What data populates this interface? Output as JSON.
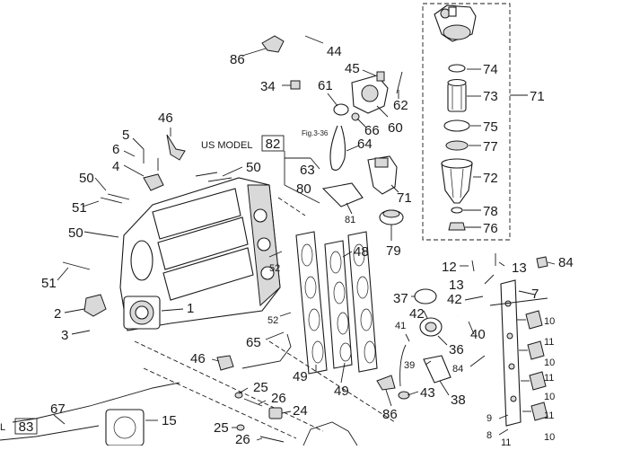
{
  "labels": {
    "l86a": "86",
    "l44": "44",
    "l45": "45",
    "l34": "34",
    "l61": "61",
    "l62": "62",
    "l60": "60",
    "l66": "66",
    "l64": "64",
    "l63": "63",
    "l80": "80",
    "l81": "81",
    "l71a": "71",
    "l79": "79",
    "l74": "74",
    "l73": "73",
    "l71b": "71",
    "l75": "75",
    "l77": "77",
    "l72": "72",
    "l78": "78",
    "l76": "76",
    "l46a": "46",
    "l5": "5",
    "l6": "6",
    "l4": "4",
    "l50a": "50",
    "l50b": "50",
    "l51a": "51",
    "l50c": "50",
    "l51b": "51",
    "l2": "2",
    "l3": "3",
    "l1": "1",
    "l52a": "52",
    "l52b": "52",
    "l65": "65",
    "l48": "48",
    "l49a": "49",
    "l49b": "49",
    "l46b": "46",
    "l25a": "25",
    "l26a": "26",
    "l24": "24",
    "l25b": "25",
    "l26b": "26",
    "l67": "67",
    "l15": "15",
    "l12": "12",
    "l13a": "13",
    "l13b": "13",
    "l84a": "84",
    "l37": "37",
    "l42a": "42",
    "l42b": "42",
    "l7": "7",
    "l41": "41",
    "l36": "36",
    "l40": "40",
    "l39": "39",
    "l84b": "84",
    "l43": "43",
    "l38": "38",
    "l86b": "86",
    "l10a": "10",
    "l11a": "11",
    "l10b": "10",
    "l11b": "11",
    "l10c": "10",
    "l11c": "11",
    "l10d": "10",
    "l9": "9",
    "l8": "8",
    "l11d": "11"
  },
  "boxed_refs": {
    "ref82": "82",
    "ref83": "83"
  },
  "texts": {
    "us_model": "US MODEL",
    "fig_ref": "Fig.3-36",
    "edge_letter": "L"
  }
}
